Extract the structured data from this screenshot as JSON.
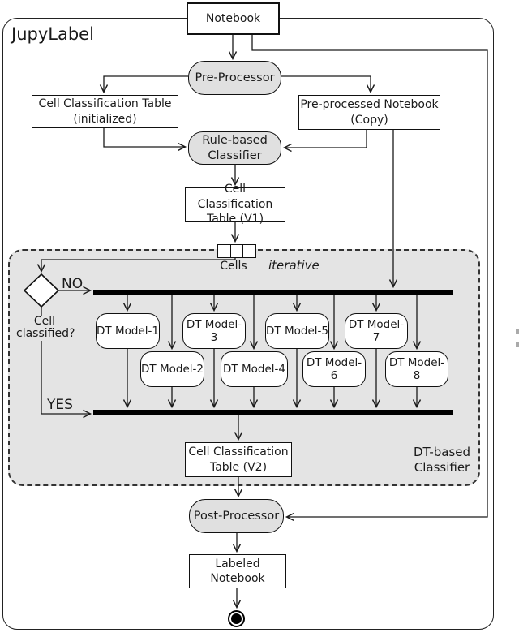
{
  "diagram": {
    "container_label": "JupyLabel",
    "region_note": "iterative",
    "region_label_line1": "DT-based",
    "region_label_line2": "Classifier",
    "nodes": {
      "notebook": "Notebook",
      "pre_processor": "Pre-Processor",
      "cct_init_line1": "Cell Classification Table",
      "cct_init_line2": "(initialized)",
      "pre_nb_line1": "Pre-processed Notebook",
      "pre_nb_line2": "(Copy)",
      "rule_line1": "Rule-based",
      "rule_line2": "Classifier",
      "cct_v1_line1": "Cell Classification",
      "cct_v1_line2": "Table (V1)",
      "cells_label": "Cells",
      "decision_line1": "Cell",
      "decision_line2": "classified?",
      "no_label": "NO",
      "yes_label": "YES",
      "dt_models": [
        "DT Model-1",
        "DT Model-2",
        "DT Model-3",
        "DT Model-4",
        "DT Model-5",
        "DT Model-6",
        "DT Model-7",
        "DT Model-8"
      ],
      "cct_v2_line1": "Cell Classification",
      "cct_v2_line2": "Table (V2)",
      "post_processor": "Post-Processor",
      "labeled_notebook": "Labeled Notebook"
    },
    "colors": {
      "stadium_fill": "#e0e0e0",
      "region_fill": "#e4e4e4",
      "line": "#1a1a1a"
    }
  }
}
